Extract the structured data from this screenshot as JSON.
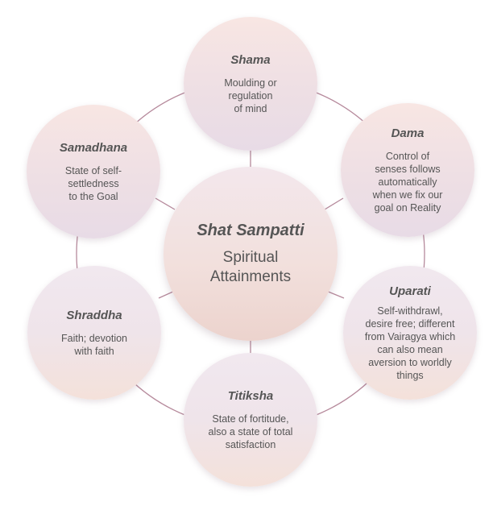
{
  "colors": {
    "ring": "#b68a9c",
    "text": "#555555"
  },
  "center": {
    "title": "Shat Sampatti",
    "subtitle": "Spiritual\nAttainments"
  },
  "nodes": {
    "shama": {
      "title": "Shama",
      "desc": "Moulding or\nregulation\nof mind"
    },
    "dama": {
      "title": "Dama",
      "desc": "Control of\nsenses follows\nautomatically\nwhen we fix our\ngoal on Reality"
    },
    "uparati": {
      "title": "Uparati",
      "desc": "Self-withdrawl,\ndesire free; different\nfrom Vairagya which\ncan also mean\naversion to worldly\nthings"
    },
    "titiksha": {
      "title": "Titiksha",
      "desc": "State of fortitude,\nalso a state of total\nsatisfaction"
    },
    "shraddha": {
      "title": "Shraddha",
      "desc": "Faith; devotion\nwith faith"
    },
    "samadhana": {
      "title": "Samadhana",
      "desc": "State of self-\nsettledness\nto the Goal"
    }
  }
}
